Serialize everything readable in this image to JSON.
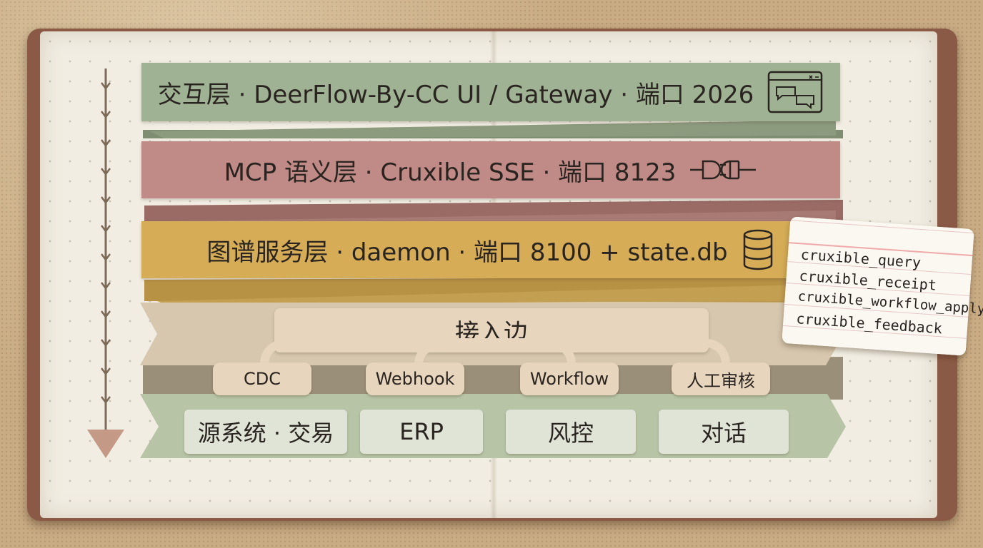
{
  "layers": {
    "interaction": {
      "label": "交互层 · DeerFlow-By-CC UI / Gateway · 端口 2026",
      "icon": "chat-window-icon",
      "color": "#9fb293"
    },
    "mcp": {
      "label": "MCP 语义层 · Cruxible SSE · 端口 8123",
      "icon": "plug-icon",
      "color": "#c08a86"
    },
    "graph": {
      "label": "图谱服务层 · daemon · 端口 8100 + state.db",
      "icon": "database-icon",
      "color": "#d6ad56"
    },
    "ingest": {
      "label": "接入边",
      "color": "#d6c7ae"
    },
    "sources": {
      "color": "#b7c4a6"
    }
  },
  "connectors": [
    "CDC",
    "Webhook",
    "Workflow",
    "人工审核"
  ],
  "sources": [
    "源系统 · 交易",
    "ERP",
    "风控",
    "对话"
  ],
  "tools_card": {
    "items": [
      "cruxible_query",
      "cruxible_receipt",
      "cruxible_workflow_apply",
      "cruxible_feedback"
    ]
  },
  "flow_arrow": {
    "direction": "down",
    "icon": "down-arrow-icon"
  }
}
